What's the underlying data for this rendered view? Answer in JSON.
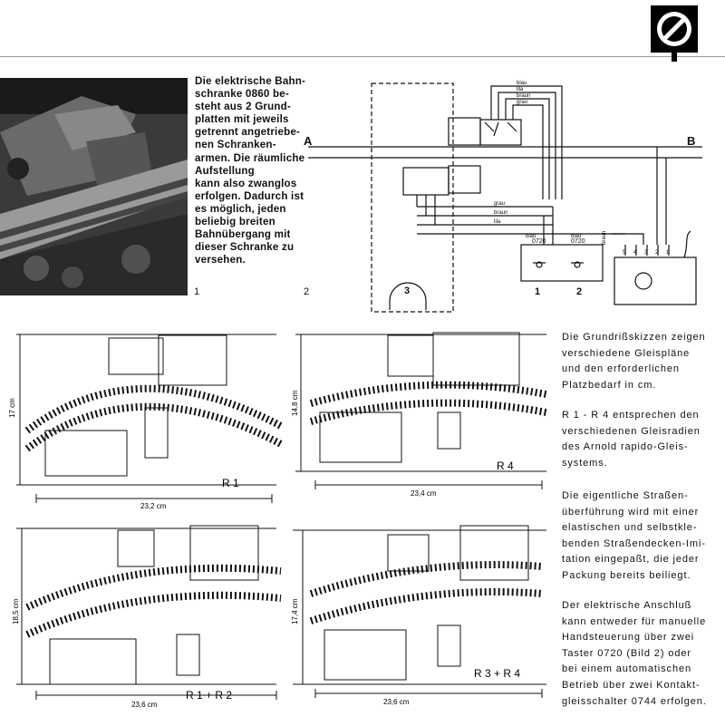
{
  "intro_text": [
    "Die elektrische Bahn-",
    "schranke 0860 be-",
    "steht aus 2 Grund-",
    "platten mit jeweils",
    "getrennt angetriebe-",
    "nen Schranken-",
    "armen. Die räumliche",
    "Aufstellung",
    "kann also zwanglos",
    "erfolgen. Dadurch ist",
    "es möglich, jeden",
    "beliebig breiten",
    "Bahnübergang mit",
    "dieser Schranke zu",
    "versehen."
  ],
  "figures": {
    "photo_number": "1",
    "wiring_number": "2"
  },
  "wiring": {
    "track_a": "A",
    "track_b": "B",
    "wire_colors_top": [
      "blau",
      "lila",
      "braun",
      "grau"
    ],
    "wire_colors_mid": [
      "grau",
      "braun",
      "lila"
    ],
    "wire_blau_1": "blau",
    "wire_blau_2": "blau",
    "wire_braun_right": "braun",
    "switch_code_1": "0720",
    "switch_code_2": "0720",
    "switch_num_1": "1",
    "switch_num_2": "2",
    "device_num": "3",
    "terminals": [
      "5",
      "4",
      "3",
      "2",
      "1"
    ]
  },
  "plans": {
    "r1": {
      "label": "R 1",
      "width": "23,2 cm",
      "height": "17 cm"
    },
    "r4": {
      "label": "R 4",
      "width": "23,4 cm",
      "height": "14,8 cm"
    },
    "r12": {
      "label": "R 1 + R 2",
      "width": "23,6 cm",
      "height": "18,5 cm"
    },
    "r34": {
      "label": "R 3 + R 4",
      "width": "23,6 cm",
      "height": "17,4 cm"
    }
  },
  "side_text": {
    "p1": [
      "Die Grundrißskizzen zeigen",
      "verschiedene Gleispläne",
      "und den erforderlichen",
      "Platzbedarf in cm."
    ],
    "p2": [
      "R 1 - R 4 entsprechen den",
      "verschiedenen Gleisradien",
      "des Arnold rapido-Gleis-",
      "systems."
    ],
    "p3": [
      "Die eigentliche Straßen-",
      "überführung wird mit einer",
      "elastischen und selbstkle-",
      "benden Straßendecken-Imi-",
      "tation eingepaßt, die jeder",
      "Packung bereits beiliegt."
    ],
    "p4": [
      "Der elektrische Anschluß",
      "kann entweder für manuelle",
      "Handsteuerung über zwei",
      "Taster 0720 (Bild 2) oder",
      "bei einem automatischen",
      "Betrieb über zwei Kontakt-",
      "gleisschalter 0744 erfolgen."
    ]
  }
}
